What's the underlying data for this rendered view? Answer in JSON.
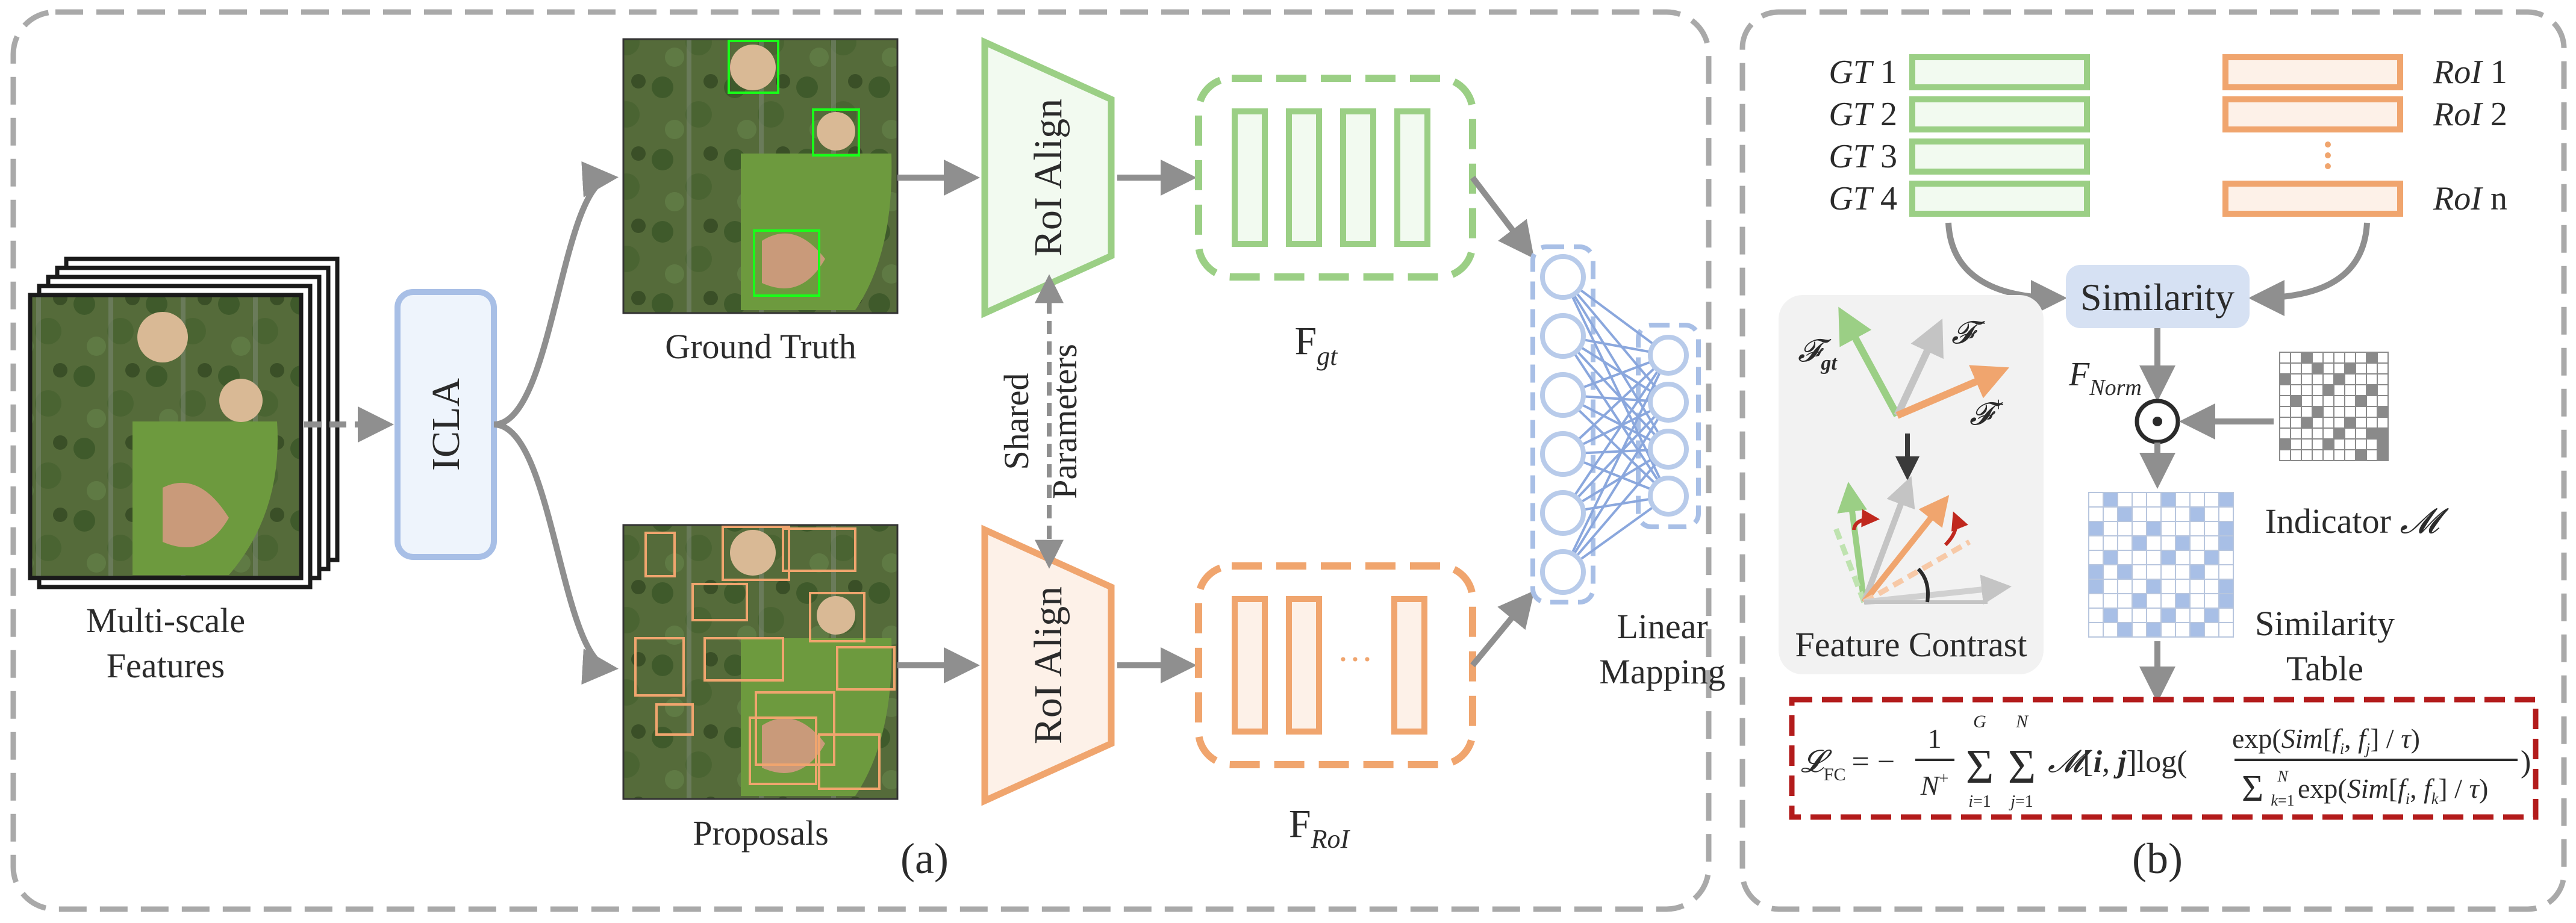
{
  "colors": {
    "green": "#9bcf85",
    "green_fill": "#f2faf0",
    "orange": "#f0a56e",
    "orange_fill": "#fdf1e8",
    "blue": "#a8bfe6",
    "blue_node": "#b8cbea",
    "icla_fill": "#eef4fc",
    "panel_border": "#a9a9a9",
    "arrow": "#8f8f8f",
    "dark_red": "#b31b1b",
    "similarity_fill": "#d6e1f3"
  },
  "panel_a": {
    "caption": "(a)",
    "multiscale_label_1": "Multi-scale",
    "multiscale_label_2": "Features",
    "icla_label": "ICLA",
    "ground_truth_label": "Ground Truth",
    "proposals_label": "Proposals",
    "roi_align_top": "RoI Align",
    "roi_align_bottom": "RoI Align",
    "shared_1": "Shared",
    "shared_2": "Parameters",
    "f_gt_main": "F",
    "f_gt_sub": "gt",
    "f_roi_main": "F",
    "f_roi_sub": "RoI",
    "ellipsis": "···",
    "linear_1": "Linear",
    "linear_2": "Mapping"
  },
  "panel_b": {
    "caption": "(b)",
    "gt_rows": [
      {
        "name": "GT",
        "num": "1"
      },
      {
        "name": "GT",
        "num": "2"
      },
      {
        "name": "GT",
        "num": "3"
      },
      {
        "name": "GT",
        "num": "4"
      }
    ],
    "roi_rows": [
      {
        "name": "RoI",
        "num": "1"
      },
      {
        "name": "RoI",
        "num": "2"
      },
      {
        "name": "RoI",
        "num": "n"
      }
    ],
    "similarity_label": "Similarity",
    "fnorm_main": "F",
    "fnorm_sub": "Norm",
    "odot": "⊙",
    "indicator_label": "Indicator ",
    "indicator_symbol": "𝓜",
    "similarity_table_1": "Similarity",
    "similarity_table_2": "Table",
    "feature_contrast_label": "Feature Contrast",
    "f_gt_vec": "𝓕",
    "f_gt_vec_sub": "gt",
    "f_neg": "𝓕",
    "f_neg_sup": "−",
    "f_pos": "𝓕",
    "f_pos_sup": "+",
    "loss_formula": "𝓛FC = −(1/N⁺) Σᵢ₌₁ᴳ Σⱼ₌₁ᴺ 𝓜[i, j] log( exp(Sim[fᵢ, fⱼ]/τ) / Σₖ₌₁ᴺ exp(Sim[fᵢ, fₖ]/τ) )"
  }
}
